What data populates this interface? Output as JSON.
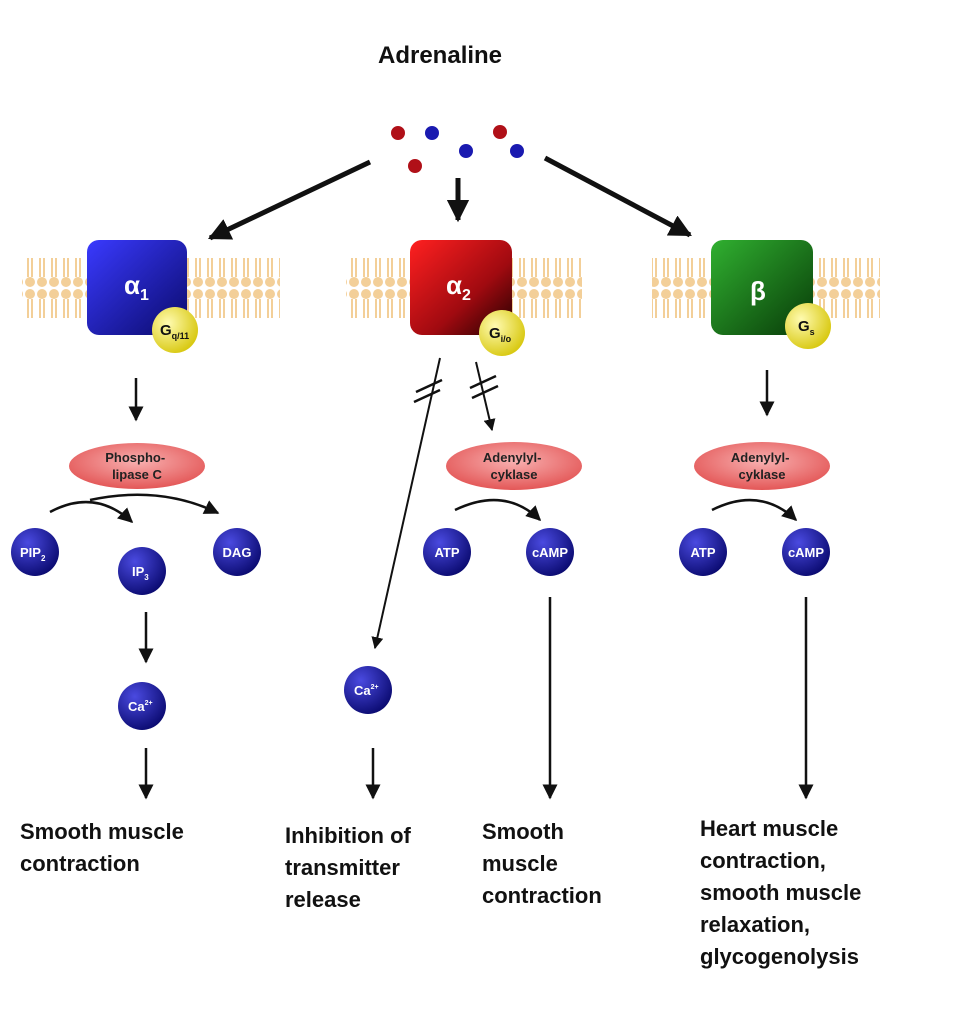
{
  "title": "Adrenaline",
  "receptors": {
    "alpha1": {
      "label": "α",
      "sub": "1",
      "g_protein": "G",
      "g_sub": "q/11"
    },
    "alpha2": {
      "label": "α",
      "sub": "2",
      "g_protein": "G",
      "g_sub": "i/o"
    },
    "beta": {
      "label": "β",
      "g_protein": "G",
      "g_sub": "s"
    }
  },
  "enzymes": {
    "alpha1": [
      "Phospho-",
      "lipase C"
    ],
    "alpha2": [
      "Adenylyl-",
      "cyklase"
    ],
    "beta": [
      "Adenylyl-",
      "cyklase"
    ]
  },
  "molecules": {
    "pip2": {
      "main": "PIP",
      "sub": "2"
    },
    "ip3": {
      "main": "IP",
      "sub": "3"
    },
    "dag": "DAG",
    "ca_alpha1": {
      "main": "Ca",
      "sup": "2+"
    },
    "ca_alpha2": {
      "main": "Ca",
      "sup": "2+"
    },
    "atp_alpha2": "ATP",
    "camp_alpha2": "cAMP",
    "atp_beta": "ATP",
    "camp_beta": "cAMP"
  },
  "outcomes": {
    "alpha1": [
      "Smooth muscle",
      "contraction"
    ],
    "alpha2_ca": [
      "Inhibition of",
      "transmitter",
      "release"
    ],
    "alpha2_camp": [
      "Smooth",
      "muscle",
      "contraction"
    ],
    "beta": [
      "Heart muscle",
      "contraction,",
      "smooth muscle",
      "relaxation,",
      "glycogenolysis"
    ]
  },
  "colors": {
    "alpha1": "#1a1aa8",
    "alpha2": "#c8101a",
    "beta": "#136b13",
    "g_protein": "#e8e23a",
    "enzyme": "#e86a6a",
    "molecule": "#16168e",
    "membrane": "#f3cf98"
  }
}
